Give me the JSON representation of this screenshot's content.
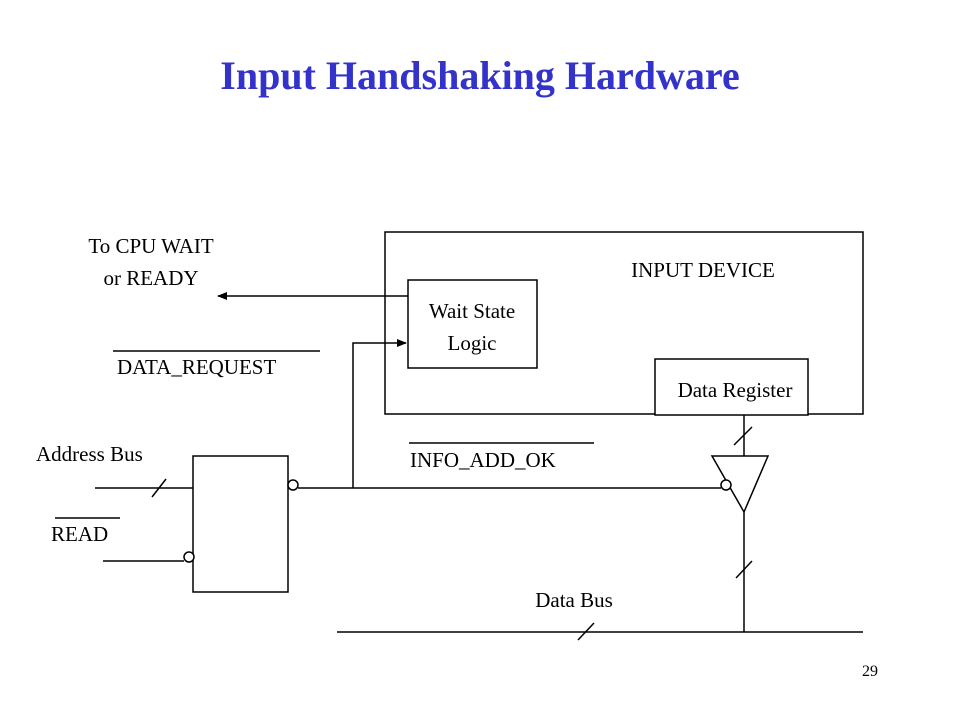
{
  "slide": {
    "title": "Input Handshaking Hardware",
    "page_number": "29"
  },
  "colors": {
    "title": "#3333cc",
    "line": "#000000",
    "background": "#ffffff"
  },
  "diagram": {
    "cpu_target_line1": "To CPU WAIT",
    "cpu_target_line2": "or READY",
    "data_request": "DATA_REQUEST",
    "input_device": "INPUT DEVICE",
    "wait_state_line1": "Wait State",
    "wait_state_line2": "Logic",
    "data_register": "Data Register",
    "address_bus": "Address Bus",
    "read": "READ",
    "info_add_ok": "INFO_ADD_OK",
    "data_bus": "Data Bus"
  }
}
